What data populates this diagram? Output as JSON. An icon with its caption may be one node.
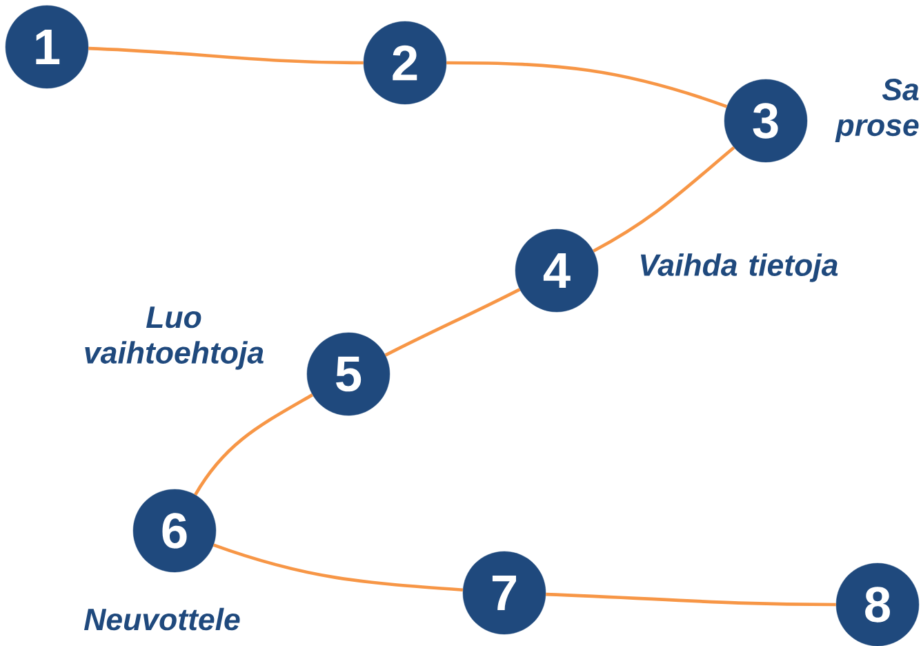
{
  "diagram": {
    "nodes": [
      {
        "text": [
          "1"
        ]
      },
      {
        "text": [
          "2"
        ]
      },
      {
        "text": [
          "3"
        ],
        "beside": [
          "Sa prose"
        ]
      },
      {
        "text": [
          "4"
        ],
        "beside": [
          "Vaihda tietoja"
        ]
      },
      {
        "text": [
          "5"
        ],
        "beside": [
          "Luo vaihtoehtoja"
        ]
      },
      {
        "text": [
          "6"
        ],
        "beside": [
          "Neuvottele"
        ]
      },
      {
        "text": [
          "7"
        ]
      },
      {
        "text": [
          "8"
        ]
      }
    ],
    "edges": [
      {
        "from": 0,
        "to": 1,
        "arrow": "none"
      },
      {
        "from": 1,
        "to": 2,
        "arrow": "none"
      },
      {
        "from": 2,
        "to": 3,
        "arrow": "none"
      },
      {
        "from": 3,
        "to": 4,
        "arrow": "none"
      },
      {
        "from": 4,
        "to": 5,
        "arrow": "none"
      },
      {
        "from": 5,
        "to": 6,
        "arrow": "none"
      },
      {
        "from": 6,
        "to": 7,
        "arrow": "none"
      }
    ]
  }
}
